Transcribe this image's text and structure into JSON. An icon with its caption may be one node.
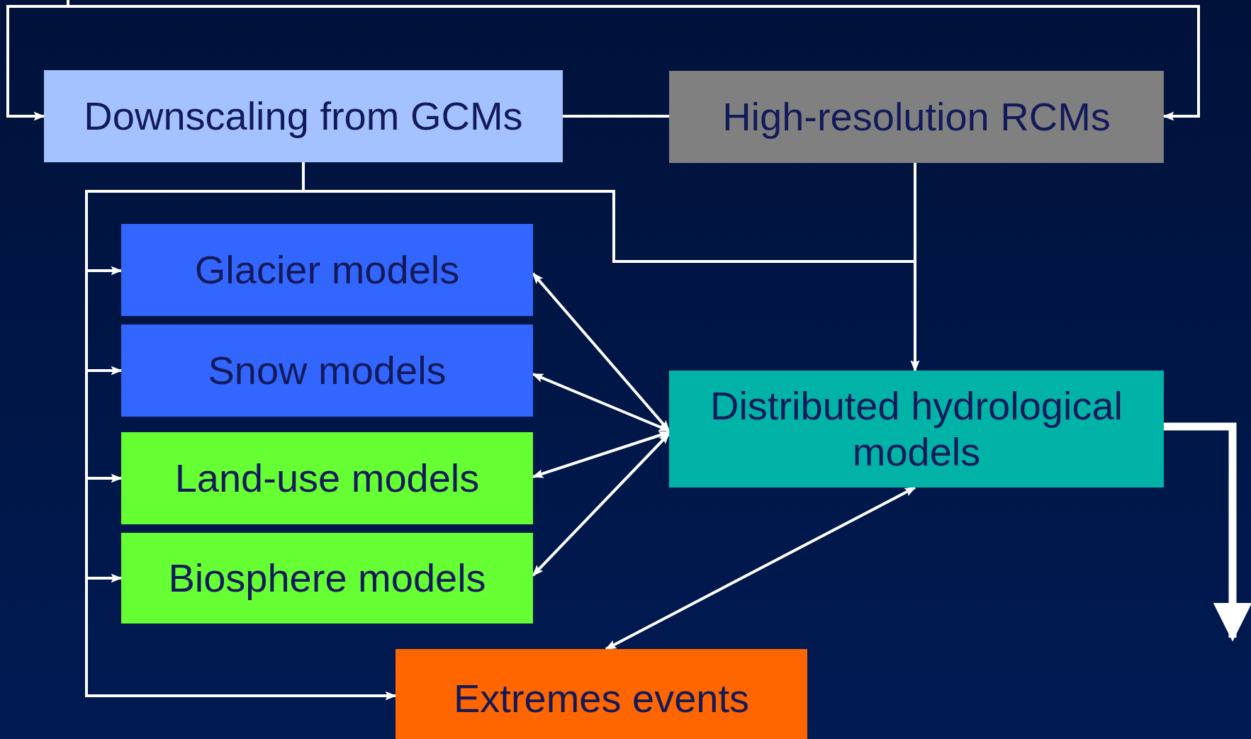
{
  "diagram": {
    "nodes": [
      {
        "text": [
          "Downscaling from GCMs"
        ]
      },
      {
        "text": [
          "High-resolution RCMs"
        ]
      },
      {
        "text": [
          "Glacier models"
        ]
      },
      {
        "text": [
          "Snow models"
        ]
      },
      {
        "text": [
          "Land-use models"
        ]
      },
      {
        "text": [
          "Biosphere models"
        ]
      },
      {
        "text": [
          "Distributed hydrological models"
        ]
      },
      {
        "text": [
          "Extremes events"
        ]
      }
    ],
    "edges": [
      {
        "from": null,
        "to": 0,
        "arrow": "to"
      },
      {
        "from": null,
        "to": 1,
        "arrow": "to"
      },
      {
        "from": 0,
        "to": 1,
        "arrow": "none"
      },
      {
        "from": 0,
        "to": 6,
        "arrow": "to"
      },
      {
        "from": 1,
        "to": 6,
        "arrow": "to"
      },
      {
        "from": 0,
        "to": 2,
        "arrow": "to"
      },
      {
        "from": 0,
        "to": 3,
        "arrow": "to"
      },
      {
        "from": 0,
        "to": 4,
        "arrow": "to"
      },
      {
        "from": 0,
        "to": 5,
        "arrow": "to"
      },
      {
        "from": 0,
        "to": 7,
        "arrow": "to"
      },
      {
        "from": 6,
        "to": 2,
        "arrow": "both"
      },
      {
        "from": 6,
        "to": 3,
        "arrow": "both"
      },
      {
        "from": 6,
        "to": 4,
        "arrow": "both"
      },
      {
        "from": 6,
        "to": 5,
        "arrow": "both"
      },
      {
        "from": 6,
        "to": 7,
        "arrow": "both"
      },
      {
        "from": 6,
        "to": null,
        "arrow": "to",
        "style": "thick"
      }
    ]
  }
}
